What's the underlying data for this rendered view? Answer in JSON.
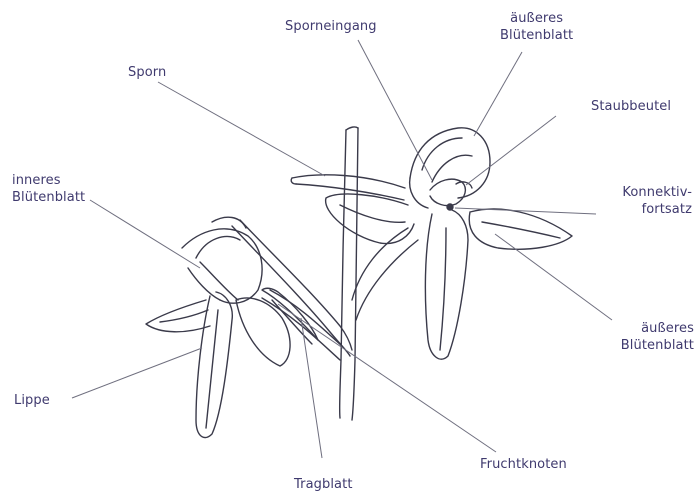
{
  "labels": {
    "sporneingang": "Sporneingang",
    "aeusseres_bluetenblatt_top": [
      "äußeres",
      "Blütenblatt"
    ],
    "sporn": "Sporn",
    "staubbeutel": "Staubbeutel",
    "inneres_bluetenblatt": [
      "inneres",
      "Blütenblatt"
    ],
    "konnektivfortsatz": [
      "Konnektiv-",
      "fortsatz"
    ],
    "aeusseres_bluetenblatt_right": [
      "äußeres",
      "Blütenblatt"
    ],
    "lippe": "Lippe",
    "fruchtknoten": "Fruchtknoten",
    "tragblatt": "Tragblatt"
  },
  "colors": {
    "ink": "#3a3a4a",
    "label": "#3f3a6e",
    "leader": "#6f6f7f"
  }
}
